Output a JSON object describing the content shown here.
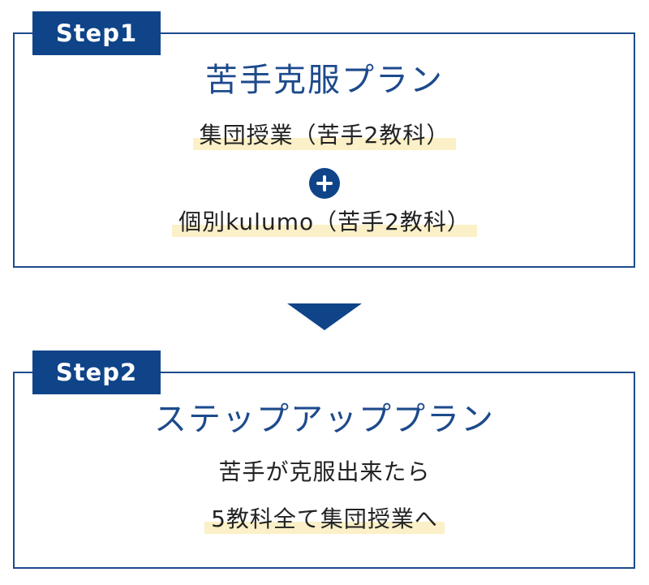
{
  "step1": {
    "label": "Step1",
    "title": "苦手克服プラン",
    "line1": "集団授業（苦手2教科）",
    "line2": "個別kulumo（苦手2教科）"
  },
  "step2": {
    "label": "Step2",
    "title": "ステップアッププラン",
    "line1": "苦手が克服出来たら",
    "line2": "5教科全て集団授業へ"
  },
  "icons": {
    "plus": "plus-icon",
    "arrow": "arrow-down-icon"
  },
  "colors": {
    "primary": "#0f4489",
    "highlight": "#fbf0c7",
    "text": "#222222"
  }
}
